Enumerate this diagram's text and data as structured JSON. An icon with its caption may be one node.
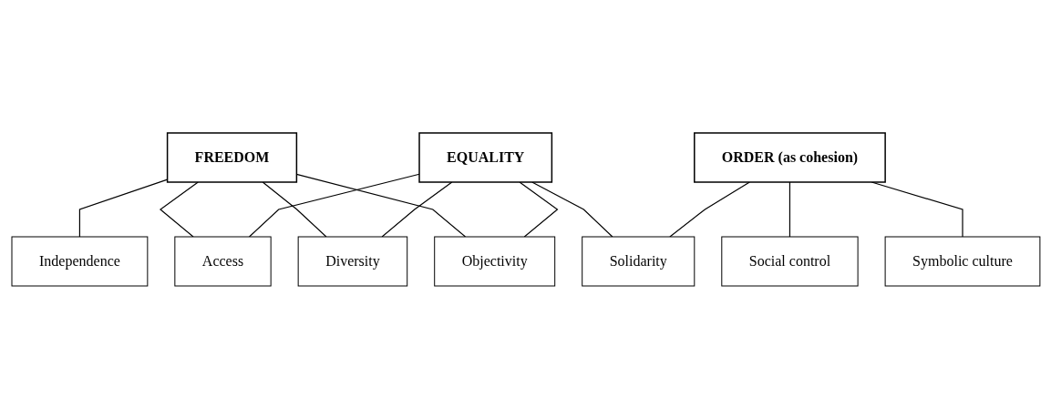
{
  "diagram": {
    "nodes": [
      {
        "text": [
          "FREEDOM"
        ]
      },
      {
        "text": [
          "EQUALITY"
        ]
      },
      {
        "text": [
          "ORDER (as cohesion)"
        ]
      },
      {
        "text": [
          "Independence"
        ]
      },
      {
        "text": [
          "Access"
        ]
      },
      {
        "text": [
          "Solidarity"
        ]
      },
      {
        "text": [
          "Diversity"
        ]
      },
      {
        "text": [
          "Objectivity"
        ]
      },
      {
        "text": [
          "Social control"
        ]
      },
      {
        "text": [
          "Symbolic culture"
        ]
      }
    ],
    "edges": [
      {
        "from": 0,
        "to": 3,
        "arrow": "none"
      },
      {
        "from": 0,
        "to": 4,
        "arrow": "none"
      },
      {
        "from": 0,
        "to": 6,
        "arrow": "none"
      },
      {
        "from": 0,
        "to": 7,
        "arrow": "none"
      },
      {
        "from": 1,
        "to": 4,
        "arrow": "none"
      },
      {
        "from": 1,
        "to": 6,
        "arrow": "none"
      },
      {
        "from": 1,
        "to": 7,
        "arrow": "none"
      },
      {
        "from": 1,
        "to": 5,
        "arrow": "none"
      },
      {
        "from": 2,
        "to": 5,
        "arrow": "none"
      },
      {
        "from": 2,
        "to": 8,
        "arrow": "none"
      },
      {
        "from": 2,
        "to": 9,
        "arrow": "none"
      }
    ]
  }
}
